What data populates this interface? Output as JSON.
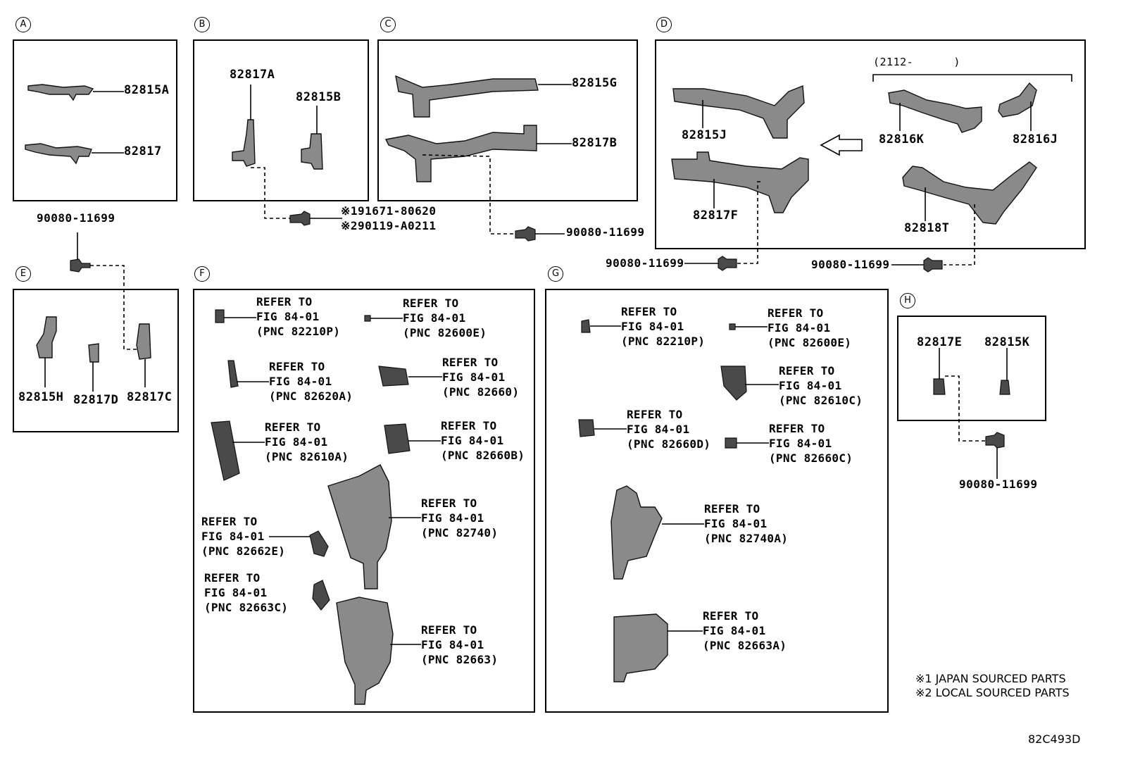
{
  "sections": {
    "A": {
      "label": "A",
      "parts": [
        "82815A",
        "82817"
      ]
    },
    "B": {
      "label": "B",
      "parts": [
        "82817A",
        "82815B"
      ],
      "fasteners": [
        "※191671-80620",
        "※290119-A0211"
      ]
    },
    "C": {
      "label": "C",
      "parts": [
        "82815G",
        "82817B"
      ],
      "fastener": "90080-11699"
    },
    "D": {
      "label": "D",
      "parts": [
        "82815J",
        "82817F",
        "82816K",
        "82816J",
        "82818T"
      ],
      "period": "(2112-      )",
      "fasteners": [
        "90080-11699",
        "90080-11699"
      ]
    },
    "E": {
      "label": "E",
      "parts": [
        "82815H",
        "82817D",
        "82817C"
      ],
      "fastener": "90080-11699"
    },
    "F": {
      "label": "F",
      "refs": [
        [
          "REFER TO",
          "FIG 84-01",
          "(PNC 82210P)"
        ],
        [
          "REFER TO",
          "FIG 84-01",
          "(PNC 82600E)"
        ],
        [
          "REFER TO",
          "FIG 84-01",
          "(PNC 82620A)"
        ],
        [
          "REFER TO",
          "FIG 84-01",
          "(PNC 82660)"
        ],
        [
          "REFER TO",
          "FIG 84-01",
          "(PNC 82610A)"
        ],
        [
          "REFER TO",
          "FIG 84-01",
          "(PNC 82660B)"
        ],
        [
          "REFER TO",
          "FIG 84-01",
          "(PNC 82740)"
        ],
        [
          "REFER TO",
          "FIG 84-01",
          "(PNC 82662E)"
        ],
        [
          "REFER TO",
          "FIG 84-01",
          "(PNC 82663C)"
        ],
        [
          "REFER TO",
          "FIG 84-01",
          "(PNC 82663)"
        ]
      ]
    },
    "G": {
      "label": "G",
      "refs": [
        [
          "REFER TO",
          "FIG 84-01",
          "(PNC 82210P)"
        ],
        [
          "REFER TO",
          "FIG 84-01",
          "(PNC 82600E)"
        ],
        [
          "REFER TO",
          "FIG 84-01",
          "(PNC 82610C)"
        ],
        [
          "REFER TO",
          "FIG 84-01",
          "(PNC 82660D)"
        ],
        [
          "REFER TO",
          "FIG 84-01",
          "(PNC 82660C)"
        ],
        [
          "REFER TO",
          "FIG 84-01",
          "(PNC 82740A)"
        ],
        [
          "REFER TO",
          "FIG 84-01",
          "(PNC 82663A)"
        ]
      ]
    },
    "H": {
      "label": "H",
      "parts": [
        "82817E",
        "82815K"
      ],
      "fastener": "90080-11699"
    }
  },
  "legend": [
    "※1 JAPAN SOURCED PARTS",
    "※2 LOCAL SOURCED PARTS"
  ],
  "diagram_code": "82C493D"
}
